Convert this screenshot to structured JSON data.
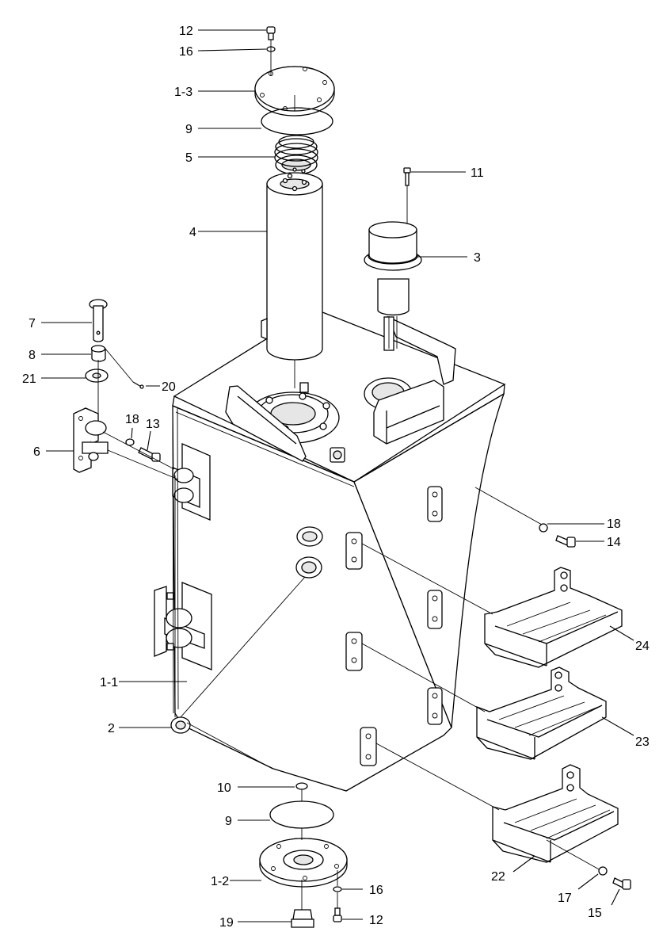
{
  "callouts": [
    {
      "id": "c12a",
      "text": "12"
    },
    {
      "id": "c16a",
      "text": "16"
    },
    {
      "id": "c13x",
      "text": "1-3"
    },
    {
      "id": "c9a",
      "text": "9"
    },
    {
      "id": "c5",
      "text": "5"
    },
    {
      "id": "c11",
      "text": "11"
    },
    {
      "id": "c4",
      "text": "4"
    },
    {
      "id": "c3",
      "text": "3"
    },
    {
      "id": "c7",
      "text": "7"
    },
    {
      "id": "c8",
      "text": "8"
    },
    {
      "id": "c21",
      "text": "21"
    },
    {
      "id": "c20",
      "text": "20"
    },
    {
      "id": "c18a",
      "text": "18"
    },
    {
      "id": "c13",
      "text": "13"
    },
    {
      "id": "c6",
      "text": "6"
    },
    {
      "id": "c18b",
      "text": "18"
    },
    {
      "id": "c14",
      "text": "14"
    },
    {
      "id": "c24",
      "text": "24"
    },
    {
      "id": "c11x",
      "text": "1-1"
    },
    {
      "id": "c2",
      "text": "2"
    },
    {
      "id": "c23",
      "text": "23"
    },
    {
      "id": "c10",
      "text": "10"
    },
    {
      "id": "c9b",
      "text": "9"
    },
    {
      "id": "c12x",
      "text": "1-2"
    },
    {
      "id": "c22",
      "text": "22"
    },
    {
      "id": "c17",
      "text": "17"
    },
    {
      "id": "c16b",
      "text": "16"
    },
    {
      "id": "c15",
      "text": "15"
    },
    {
      "id": "c19",
      "text": "19"
    },
    {
      "id": "c12b",
      "text": "12"
    }
  ]
}
